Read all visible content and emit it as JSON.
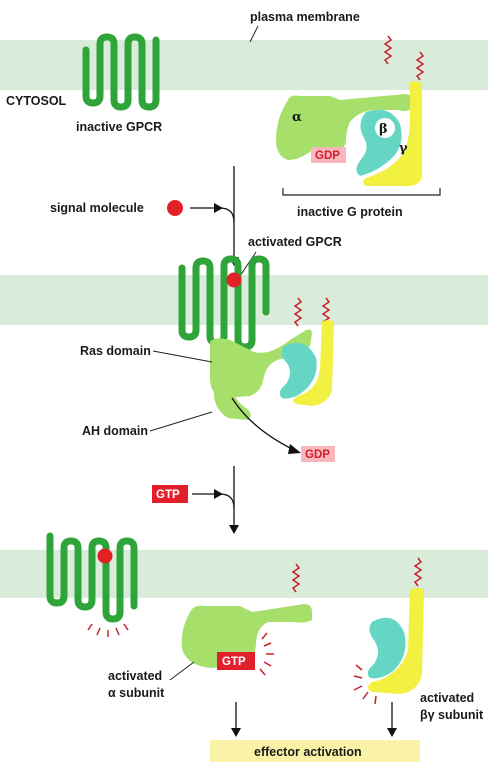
{
  "labels": {
    "plasma_membrane": "plasma membrane",
    "cytosol": "CYTOSOL",
    "inactive_gpcr": "inactive GPCR",
    "alpha": "α",
    "beta": "β",
    "gamma": "γ",
    "gdp_bound": "GDP",
    "inactive_g_protein": "inactive G protein",
    "signal_molecule": "signal molecule",
    "activated_gpcr": "activated GPCR",
    "ras_domain": "Ras domain",
    "ah_domain": "AH domain",
    "gdp_released": "GDP",
    "gtp_input": "GTP",
    "gtp_bound": "GTP",
    "activated_alpha_line1": "activated",
    "activated_alpha_line2": "α subunit",
    "activated_bg_line1": "activated",
    "activated_bg_line2": "βγ subunit",
    "effector_activation": "effector activation"
  },
  "colors": {
    "membrane": "#d9ecd9",
    "receptor": "#2ea43a",
    "alpha_subunit": "#a6e06a",
    "beta_subunit": "#66d6c4",
    "gamma_subunit": "#f2f040",
    "signal": "#e12326",
    "tag_red": "#e21f2b",
    "gdp_pink_bg": "#f7b7bd",
    "effector_bg": "#faf3a7",
    "lipid_anchor": "#c8202a"
  }
}
